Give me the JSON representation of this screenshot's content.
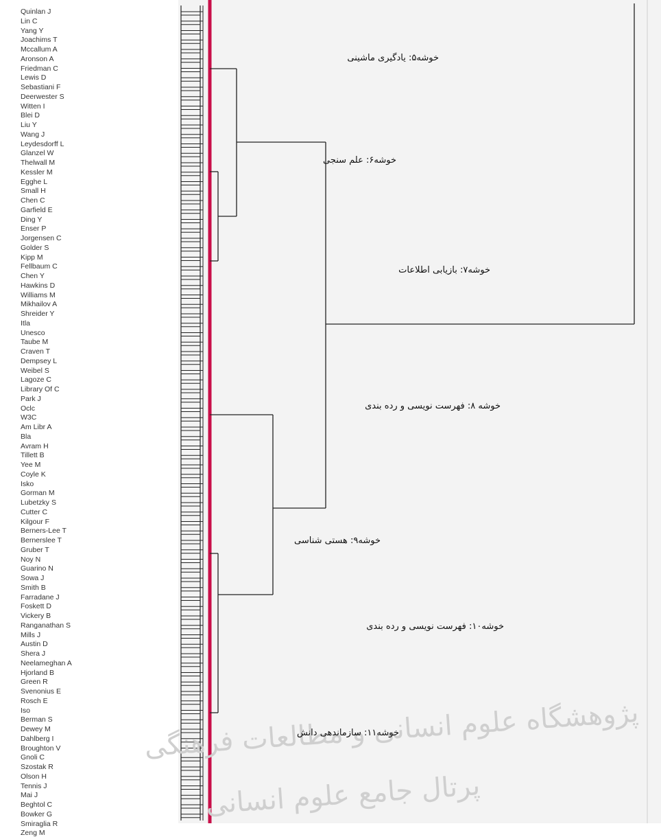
{
  "chart_data": {
    "type": "dendrogram",
    "leaves": [
      "Quinlan J",
      "Lin C",
      "Yang Y",
      "Joachims T",
      "Mccallum A",
      "Aronson A",
      "Friedman C",
      "Lewis D",
      "Sebastiani F",
      "Deerwester S",
      "Witten I",
      "Blei D",
      "Liu Y",
      "Wang J",
      "Leydesdorff L",
      "Glanzel W",
      "Thelwall M",
      "Kessler M",
      "Egghe L",
      "Small H",
      "Chen C",
      "Garfield E",
      "Ding Y",
      "Enser P",
      "Jorgensen C",
      "Golder S",
      "Kipp M",
      "Fellbaum C",
      "Chen Y",
      "Hawkins D",
      "Williams M",
      "Mikhailov A",
      "Shreider Y",
      "Itla",
      "Unesco",
      "Taube M",
      "Craven T",
      "Dempsey L",
      "Weibel S",
      "Lagoze C",
      "Library Of C",
      "Park J",
      "Oclc",
      "W3C",
      "Am Libr A",
      "Bla",
      "Avram H",
      "Tillett B",
      "Yee M",
      "Coyle K",
      "Isko",
      "Gorman M",
      "Lubetzky S",
      "Cutter C",
      "Kilgour F",
      "Berners-Lee T",
      "Bernerslee T",
      "Gruber T",
      "Noy N",
      "Guarino N",
      "Sowa J",
      "Smith B",
      "Farradane J",
      "Foskett D",
      "Vickery B",
      "Ranganathan S",
      "Mills J",
      "Austin D",
      "Shera J",
      "Neelameghan A",
      "Hjorland B",
      "Green R",
      "Svenonius E",
      "Rosch E",
      "Iso",
      "Berman S",
      "Dewey M",
      "Dahlberg I",
      "Broughton V",
      "Gnoli C",
      "Szostak R",
      "Olson H",
      "Tennis J",
      "Mai J",
      "Beghtol C",
      "Bowker G",
      "Smiraglia R",
      "Zeng M"
    ],
    "clusters": [
      {
        "label": "خوشه۵:   یادگیری ماشینی"
      },
      {
        "label": "خوشه۶:    علم سنجی"
      },
      {
        "label": "خوشه۷:  بازیابی اطلاعات"
      },
      {
        "label": "خوشه ۸:   فهرست نویسی و رده بندی"
      },
      {
        "label": "خوشه۹:  هستی شناسی"
      },
      {
        "label": "خوشه۱۰:   فهرست نویسی و رده بندی"
      },
      {
        "label": "خوشه۱۱:  سازماندهی دانش"
      }
    ]
  },
  "watermark": {
    "line1": "پژوهشگاه علوم انسانی و مطالعات فرهنگی",
    "line2": "پرتال جامع علوم انسانی"
  },
  "colors": {
    "red_line": "#c8104a",
    "tree_line": "#222222",
    "panel_bg": "#f4f4f4"
  }
}
